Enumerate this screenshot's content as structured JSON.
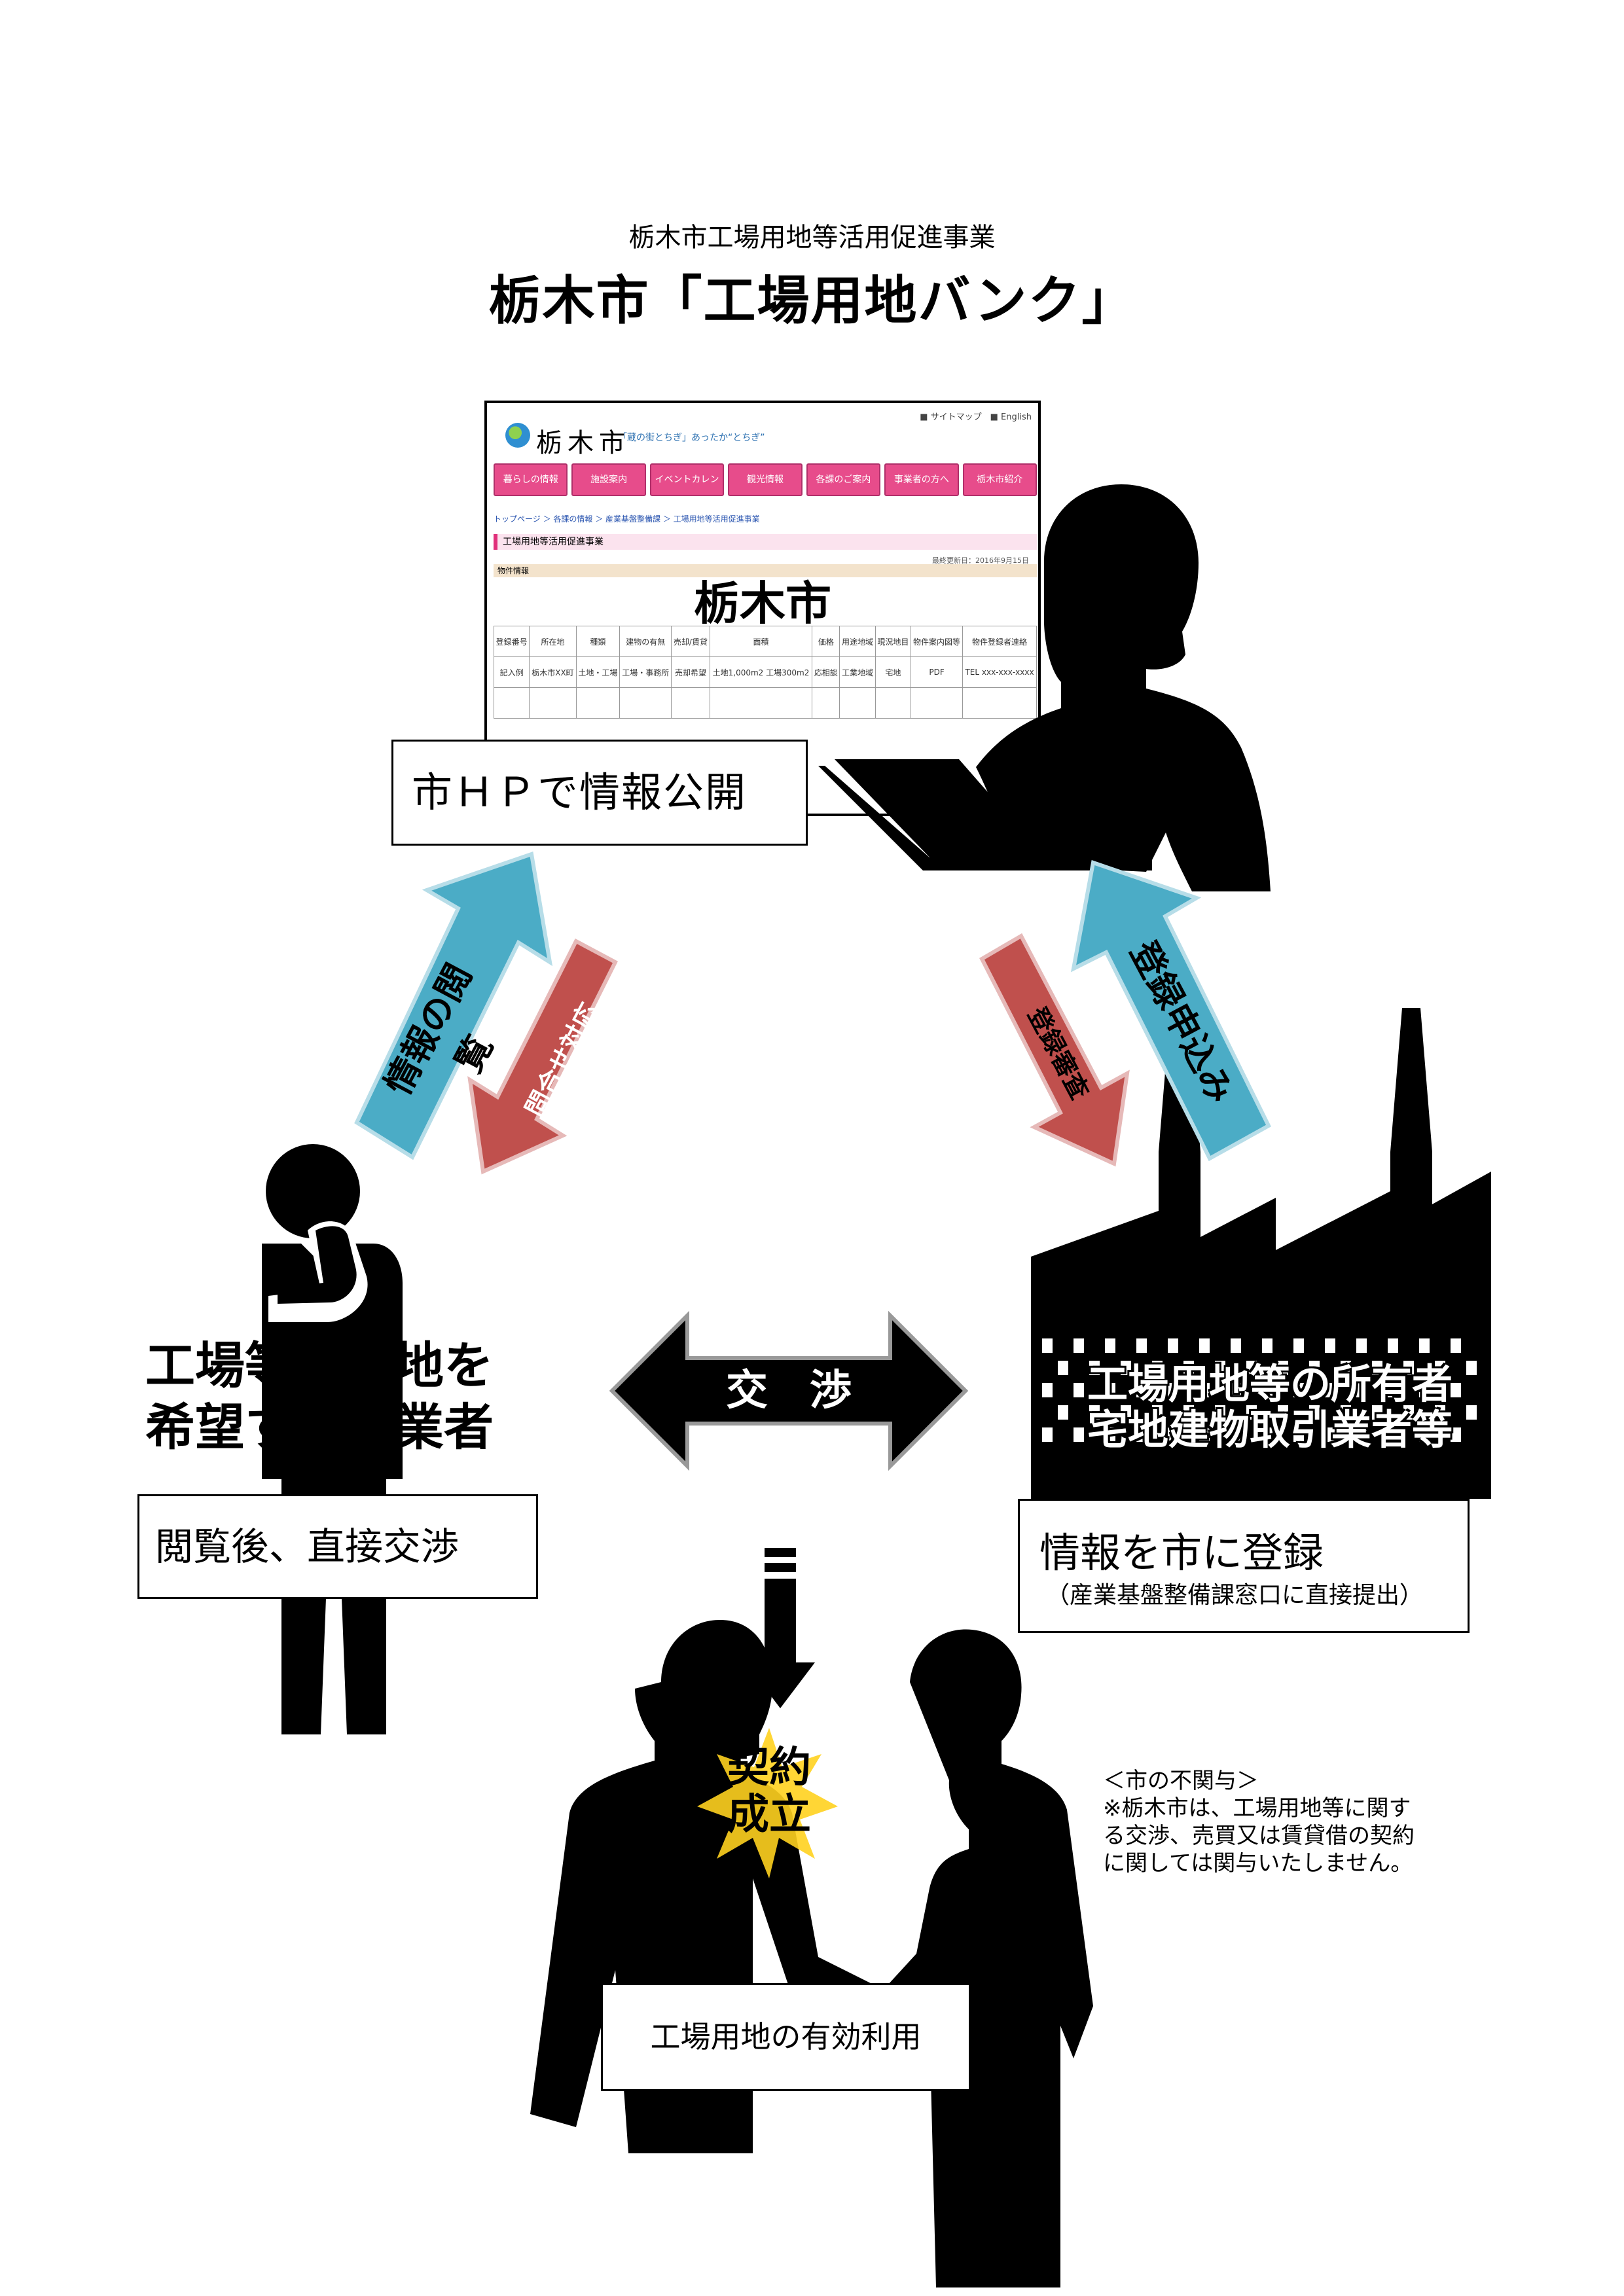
{
  "header": {
    "subtitle": "栃木市工場用地等活用促進事業",
    "title": "栃木市「工場用地バンク」"
  },
  "website": {
    "logo": "栃木市",
    "tagline": "「蔵の街とちぎ」あったか“とちぎ”",
    "top_links": "■ サイトマップ　■ English",
    "nav": [
      "暮らしの情報",
      "施設案内",
      "イベントカレンダー",
      "観光情報",
      "各課のご案内（電話番号）",
      "事業者の方へ",
      "栃木市紹介"
    ],
    "breadcrumb": "トップページ ＞ 各課の情報 ＞ 産業基盤整備課 ＞ 工場用地等活用促進事業",
    "section": "工場用地等活用促進事業",
    "updated": "最終更新日：2016年9月15日",
    "properties_label": "物件情報",
    "city_label": "栃木市",
    "table": {
      "headers": [
        "登録番号",
        "所在地",
        "種類",
        "建物の有無",
        "売却/賃貸",
        "面積",
        "価格",
        "用途地域",
        "現況地目",
        "物件案内図等",
        "物件登録者連絡"
      ],
      "example": [
        "記入例",
        "栃木市XX町",
        "土地・工場",
        "工場・事務所",
        "売却希望",
        "土地1,000m2 工場300m2",
        "応相談",
        "工業地域",
        "宅地",
        "PDF",
        "TEL xxx-xxx-xxxx"
      ]
    }
  },
  "boxes": {
    "hp_publish": "市ＨＰで情報公開",
    "browse_negotiate": "閲覧後、直接交渉",
    "register": "情報を市に登録",
    "register_sub": "（産業基盤整備課窓口に直接提出）",
    "effective_use": "工場用地の有効利用"
  },
  "arrows": {
    "info_view": "情報の閲覧",
    "inquiry": "問合せ対応",
    "review": "登録審査",
    "application": "登録申込み",
    "negotiation": "交　渉"
  },
  "actors": {
    "business": [
      "工場等の立地を",
      "希望する事業者"
    ],
    "owner": [
      "工場用地等の所有者",
      "宅地建物取引業者等"
    ]
  },
  "contract": [
    "契約",
    "成立"
  ],
  "note": [
    "＜市の不関与＞",
    "※栃木市は、工場用地等に関す",
    "る交渉、売買又は賃貸借の契約",
    "に関しては関与いたしません。"
  ],
  "colors": {
    "blue_arrow": "#4bacc6",
    "red_arrow": "#c0504d",
    "nav_pink": "#e74c8b",
    "burst": "#ffd21f"
  }
}
